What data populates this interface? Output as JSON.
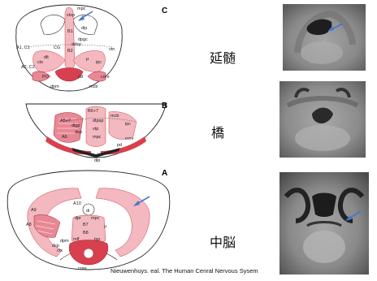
{
  "panels": [
    {
      "letter": "C",
      "region": "延髄",
      "labels": [
        "mpc",
        "dpgc",
        "vtsp",
        "dlt",
        "B1",
        "B2",
        "A1, C1",
        "A2, C2",
        "PO",
        "CG",
        "ctx",
        "µ",
        "dip",
        "ddsp",
        "vtn",
        "ipc",
        "pd",
        "core",
        "mcb",
        "dpm"
      ]
    },
    {
      "letter": "B",
      "region": "橋",
      "labels": [
        "A5+7",
        "B6+7",
        "dlgp",
        "mcb",
        "ipc",
        "dsp",
        "dtpsp",
        "vtp",
        "A6",
        "core",
        "pd",
        "dip",
        "mpc"
      ]
    },
    {
      "letter": "A",
      "region": "中脳",
      "labels": [
        "A10",
        "di",
        "A8",
        "A9",
        "µ",
        "B7",
        "B8",
        "dpr",
        "mpc",
        "dpm",
        "dsp",
        "mlf",
        "tsp",
        "core",
        "ctx"
      ]
    }
  ],
  "credit": "Nieuwenhuys. eal.   The Human Cenral Nervous Sysem",
  "colors": {
    "arrow": "#4a78c8",
    "pink_light": "#f3b8c0",
    "pink_mid": "#e98895",
    "red_dark": "#d8404f",
    "outline": "#222222"
  }
}
